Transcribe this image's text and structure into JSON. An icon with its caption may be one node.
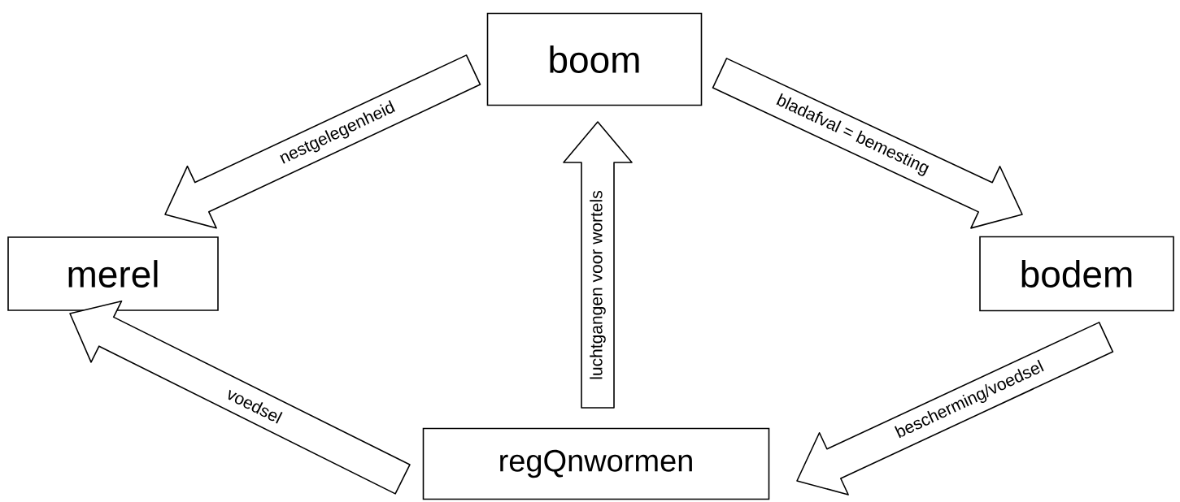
{
  "diagram": {
    "nodes": [
      {
        "text": [
          "boom"
        ]
      },
      {
        "text": [
          "merel"
        ]
      },
      {
        "text": [
          "bodem"
        ]
      },
      {
        "text": [
          "regQnwormen"
        ]
      }
    ],
    "edges": [
      {
        "from": 0,
        "to": 1,
        "arrow": "to",
        "label": "nestgelegenheid"
      },
      {
        "from": 0,
        "to": 2,
        "arrow": "to",
        "label": "bladafval = bemesting"
      },
      {
        "from": 3,
        "to": 0,
        "arrow": "to",
        "label": "luchtgangen voor wortels"
      },
      {
        "from": 2,
        "to": 3,
        "arrow": "to",
        "label": "bescherming/voedsel"
      },
      {
        "from": 3,
        "to": 1,
        "arrow": "to",
        "label": "voedsel"
      }
    ]
  }
}
